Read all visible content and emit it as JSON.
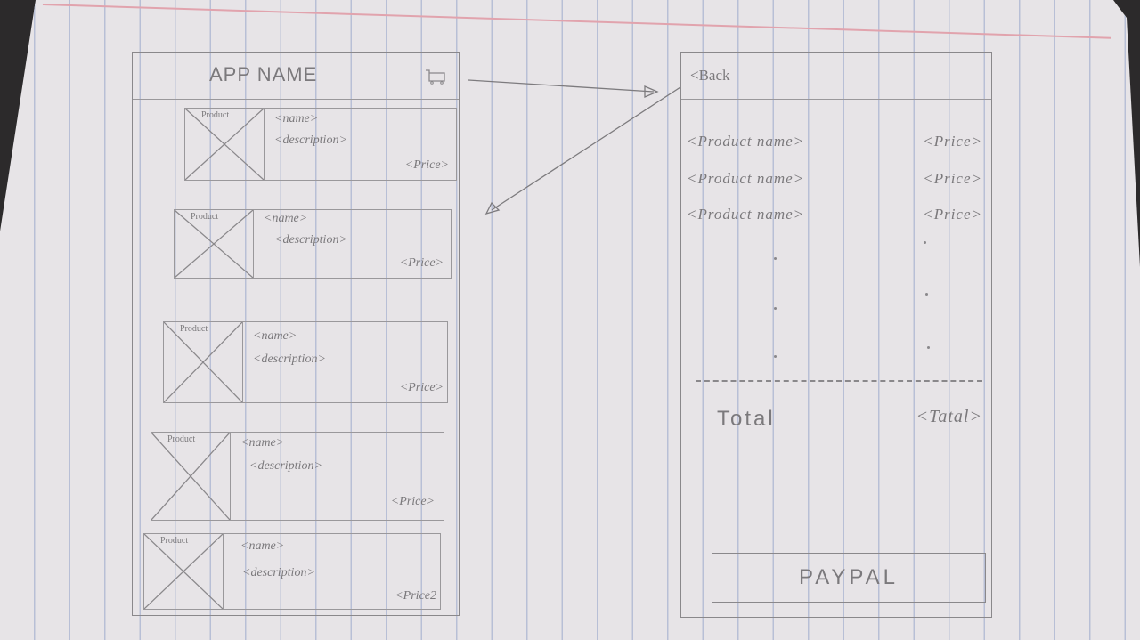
{
  "list_screen": {
    "app_name": "APP NAME",
    "cart_icon": "cart-icon",
    "products": [
      {
        "thumb_label": "Product",
        "name": "<name>",
        "description": "<description>",
        "price": "<Price>"
      },
      {
        "thumb_label": "Product",
        "name": "<name>",
        "description": "<description>",
        "price": "<Price>"
      },
      {
        "thumb_label": "Product",
        "name": "<name>",
        "description": "<description>",
        "price": "<Price>"
      },
      {
        "thumb_label": "Product",
        "name": "<name>",
        "description": "<description>",
        "price": "<Price>"
      },
      {
        "thumb_label": "Product",
        "name": "<name>",
        "description": "<description>",
        "price": "<Price2"
      }
    ]
  },
  "cart_screen": {
    "back_label": "<Back",
    "items": [
      {
        "name": "<Product name>",
        "price": "<Price>"
      },
      {
        "name": "<Product name>",
        "price": "<Price>"
      },
      {
        "name": "<Product name>",
        "price": "<Price>"
      }
    ],
    "total_label": "Total",
    "total_value": "<Tatal>",
    "paypal_label": "PAYPAL"
  },
  "colors": {
    "paper": "#e7e4e7",
    "ruled_line": "#b8bfd6",
    "margin_line": "#e1a3ad",
    "pencil": "#7b797c"
  }
}
